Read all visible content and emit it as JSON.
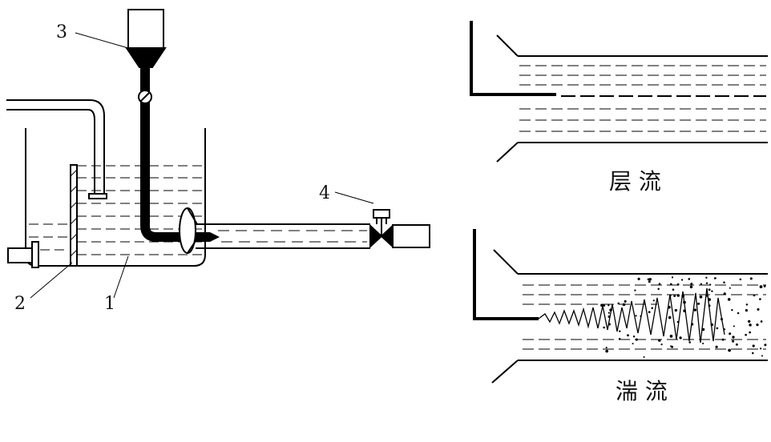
{
  "labels": {
    "tank": "1",
    "overflow_plate": "2",
    "dye_reservoir": "3",
    "valve": "4"
  },
  "captions": {
    "laminar": "层 流",
    "turbulent": "湍  流"
  },
  "colors": {
    "line": "#000000",
    "water": "#000000",
    "background": "#ffffff"
  }
}
